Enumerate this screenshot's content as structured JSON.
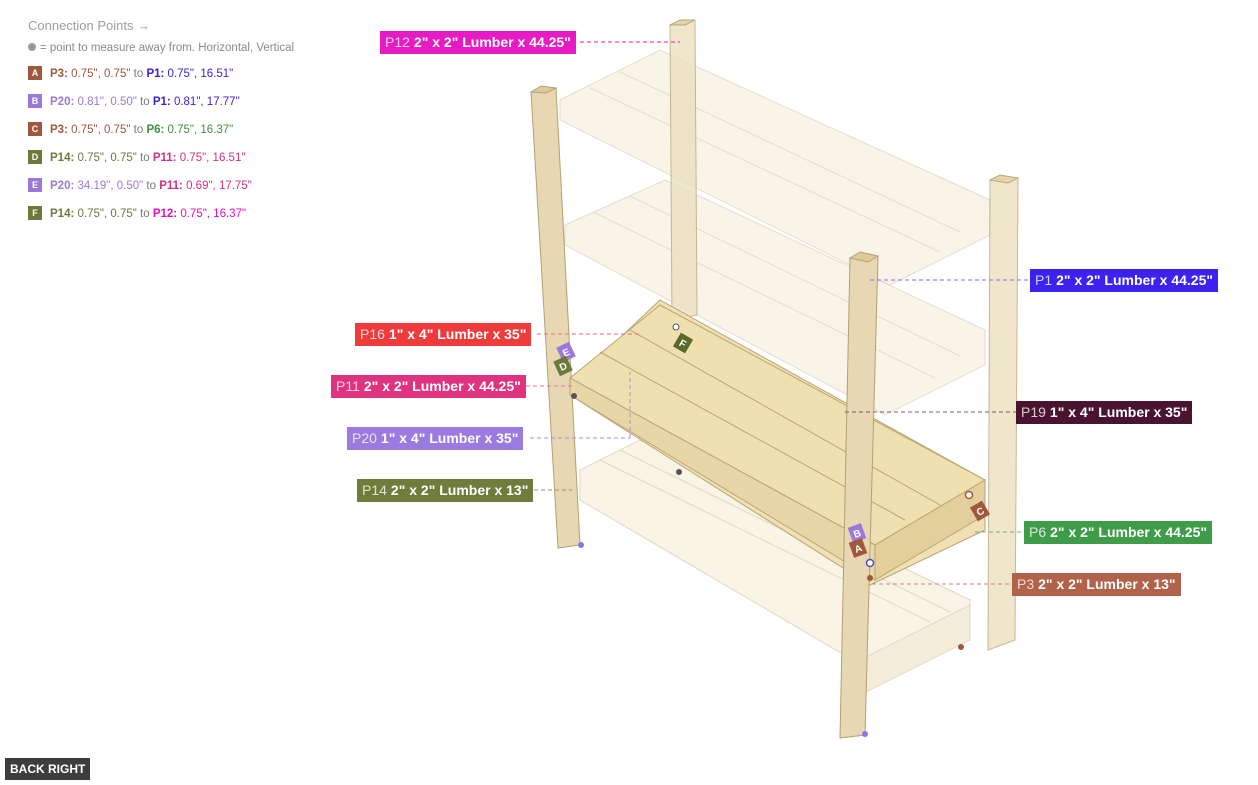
{
  "panel": {
    "title": "Connection Points →",
    "legend": "= point to measure away from. Horizontal, Vertical"
  },
  "connections": [
    {
      "badge": "A",
      "badge_color": "#a0583c",
      "from_part": "P3:",
      "from_val": "0.75\", 0.75\"",
      "from_color": "#a0583c",
      "to_word": "to",
      "to_part": "P1:",
      "to_val": "0.75\", 16.51\"",
      "to_color": "#3a1fd0"
    },
    {
      "badge": "B",
      "badge_color": "#9b79d9",
      "from_part": "P20:",
      "from_val": "0.81\", 0.50\"",
      "from_color": "#9b79d9",
      "to_word": "to",
      "to_part": "P1:",
      "to_val": "0.81\", 17.77\"",
      "to_color": "#3a1fd0"
    },
    {
      "badge": "C",
      "badge_color": "#a0583c",
      "from_part": "P3:",
      "from_val": "0.75\", 0.75\"",
      "from_color": "#a0583c",
      "to_word": "to",
      "to_part": "P6:",
      "to_val": "0.75\", 16.37\"",
      "to_color": "#3f8f3f"
    },
    {
      "badge": "D",
      "badge_color": "#6b7a3a",
      "from_part": "P14:",
      "from_val": "0.75\", 0.75\"",
      "from_color": "#6b7a3a",
      "to_word": "to",
      "to_part": "P11:",
      "to_val": "0.75\", 16.51\"",
      "to_color": "#d0317e"
    },
    {
      "badge": "E",
      "badge_color": "#9b79d9",
      "from_part": "P20:",
      "from_val": "34.19\", 0.50\"",
      "from_color": "#9b79d9",
      "to_word": "to",
      "to_part": "P11:",
      "to_val": "0.69\", 17.75\"",
      "to_color": "#d0317e"
    },
    {
      "badge": "F",
      "badge_color": "#6b7a3a",
      "from_part": "P14:",
      "from_val": "0.75\", 0.75\"",
      "from_color": "#6b7a3a",
      "to_word": "to",
      "to_part": "P12:",
      "to_val": "0.75\", 16.37\"",
      "to_color": "#e010c0"
    }
  ],
  "parts": [
    {
      "id": "P12",
      "desc": "2\" x 2\" Lumber x 44.25\"",
      "color": "#e61bc3"
    },
    {
      "id": "P1",
      "desc": "2\" x 2\" Lumber x 44.25\"",
      "color": "#3b22f0"
    },
    {
      "id": "P16",
      "desc": "1\" x 4\" Lumber  x 35\"",
      "color": "#ee3b3b"
    },
    {
      "id": "P11",
      "desc": "2\" x 2\" Lumber x 44.25\"",
      "color": "#e0337f"
    },
    {
      "id": "P19",
      "desc": "1\" x 4\" Lumber  x 35\"",
      "color": "#4a1431"
    },
    {
      "id": "P20",
      "desc": "1\" x 4\" Lumber  x 35\"",
      "color": "#9b7be0"
    },
    {
      "id": "P14",
      "desc": "2\" x 2\" Lumber x 13\"",
      "color": "#6f7d3c"
    },
    {
      "id": "P6",
      "desc": "2\" x 2\" Lumber x 44.25\"",
      "color": "#3f9c48"
    },
    {
      "id": "P3",
      "desc": "2\" x 2\" Lumber x 13\"",
      "color": "#b0634a"
    }
  ],
  "markers": [
    "A",
    "B",
    "C",
    "D",
    "E",
    "F"
  ],
  "view_button": "BACK RIGHT"
}
